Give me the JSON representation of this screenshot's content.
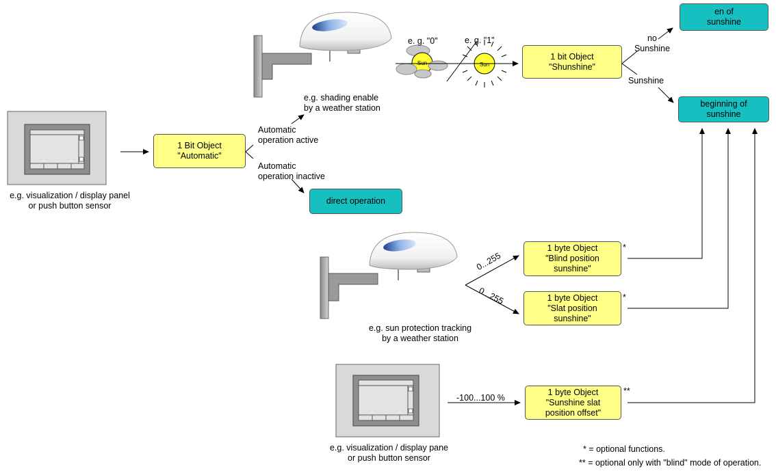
{
  "colors": {
    "object_fill": "#ffff88",
    "state_fill": "#16c0c0",
    "line": "#000000"
  },
  "objects": {
    "automatic": "1 Bit Object\n\"Automatic\"",
    "sunshine": "1 bit Object\n\"Shunshine\"",
    "blind_position": "1 byte Object\n\"Blind position\nsunshine\"",
    "slat_position": "1 byte Object\n\"Slat position\nsunshine\"",
    "slat_offset": "1 byte Object\n\"Sunshine slat\nposition offset\""
  },
  "states": {
    "end_of_sunshine": "en of\nsunshine",
    "beginning_of_sunshine": "beginning of\nsunshine",
    "direct_operation": "direct operation"
  },
  "labels": {
    "display_panel_top": "e.g. visualization / display panel\nor push button sensor",
    "display_panel_bottom": "e.g. visualization / display pane\nor push button sensor",
    "shading_enable": "e.g. shading enable\nby a weather station",
    "auto_active": "Automatic\noperation active",
    "auto_inactive": "Automatic\noperation inactive",
    "sun_tracking": "e.g. sun protection tracking\nby a weather station",
    "value_zero": "e. g. \"0\"",
    "value_one": "e. g. \"1\"",
    "sun_glyph": "Sun",
    "no_sunshine": "no\nSunshine",
    "sunshine": "Sunshine",
    "range_blind": "0...255",
    "range_slat": "0...255",
    "range_offset": "-100...100 %",
    "star_blind": "*",
    "star_slat": "*",
    "star_offset": "**"
  },
  "footnotes": {
    "optional": "* = optional functions.",
    "optional_blind": "** = optional only with \"blind\" mode of operation."
  }
}
